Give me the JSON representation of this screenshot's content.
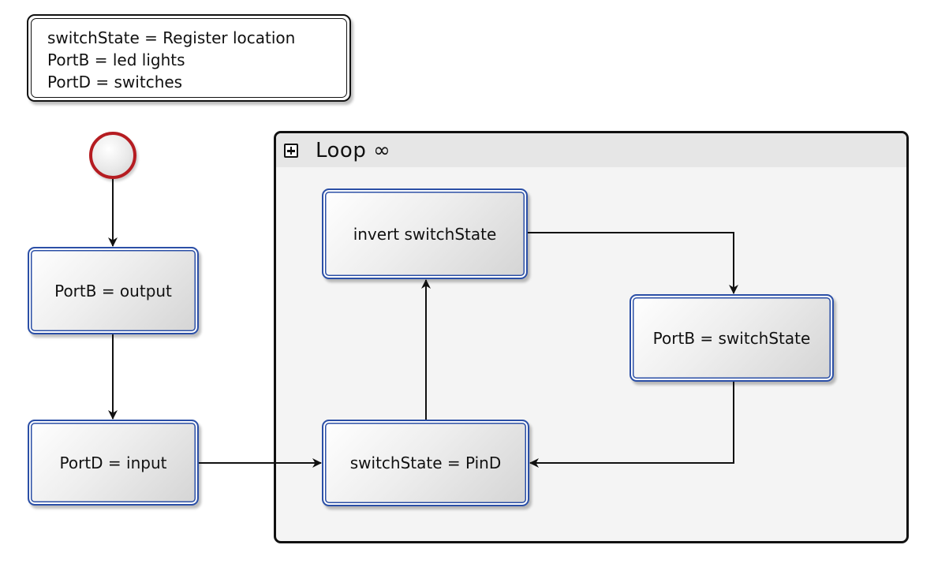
{
  "note": {
    "lines": [
      "switchState = Register location",
      "PortB = led lights",
      "PortD = switches"
    ]
  },
  "loop": {
    "title": "Loop ∞"
  },
  "nodes": {
    "portb_output": "PortB = output",
    "portd_input": "PortD = input",
    "invert_switchstate": "invert switchState",
    "portb_switchstate": "PortB = switchState",
    "switchstate_pind": "switchState = PinD"
  },
  "colors": {
    "start_border": "#b51c21",
    "node_border": "#2b4fa6",
    "loop_background": "#f4f4f4",
    "loop_header": "#e6e6e6",
    "edge": "#111111"
  }
}
